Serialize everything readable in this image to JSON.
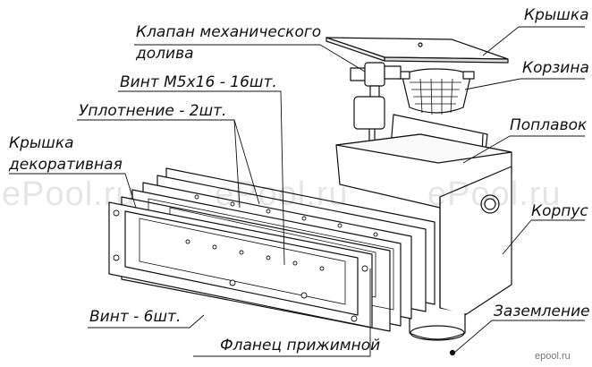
{
  "labels": {
    "valve_line1": "Клапан механического",
    "valve_line2": "долива",
    "lid_top": "Крышка",
    "basket": "Корзина",
    "float": "Поплавок",
    "body": "Корпус",
    "grounding": "Заземление",
    "screw_m5": "Винт М5х16 - 16шт.",
    "seal": "Уплотнение - 2шт.",
    "deco_line1": "Крышка",
    "deco_line2": "декоративная",
    "screw6": "Винт - 6шт.",
    "flange": "Фланец прижимной"
  },
  "watermarks": [
    "ePool.ru",
    "ePool.ru",
    "ePool.ru"
  ],
  "brand": "epool.ru",
  "colors": {
    "stroke": "#111111",
    "watermark": "#000000"
  }
}
